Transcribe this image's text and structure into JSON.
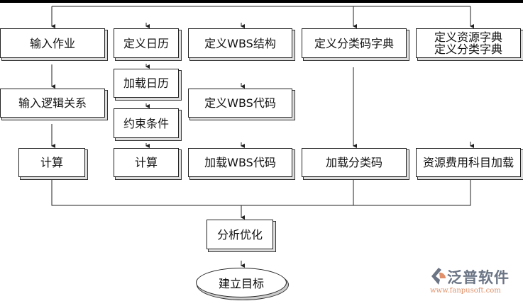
{
  "columns": [
    {
      "boxes": [
        "输入作业",
        "输入逻辑关系",
        "计算"
      ]
    },
    {
      "boxes": [
        "定义日历",
        "加载日历",
        "约束条件",
        "计算"
      ]
    },
    {
      "boxes": [
        "定义WBS结构",
        "定义WBS代码",
        "加载WBS代码"
      ]
    },
    {
      "boxes": [
        "定义分类码字典",
        "加载分类码"
      ]
    },
    {
      "boxes": [
        "定义资源字典\n定义分类字典",
        "资源费用科目加载"
      ]
    }
  ],
  "final": {
    "optimize": "分析优化",
    "goal": "建立目标"
  },
  "logo": {
    "name": "泛普软件",
    "url": "www.fanpusoft.com",
    "colors": {
      "gray": "#6a7484",
      "orange": "#e0906a"
    }
  }
}
